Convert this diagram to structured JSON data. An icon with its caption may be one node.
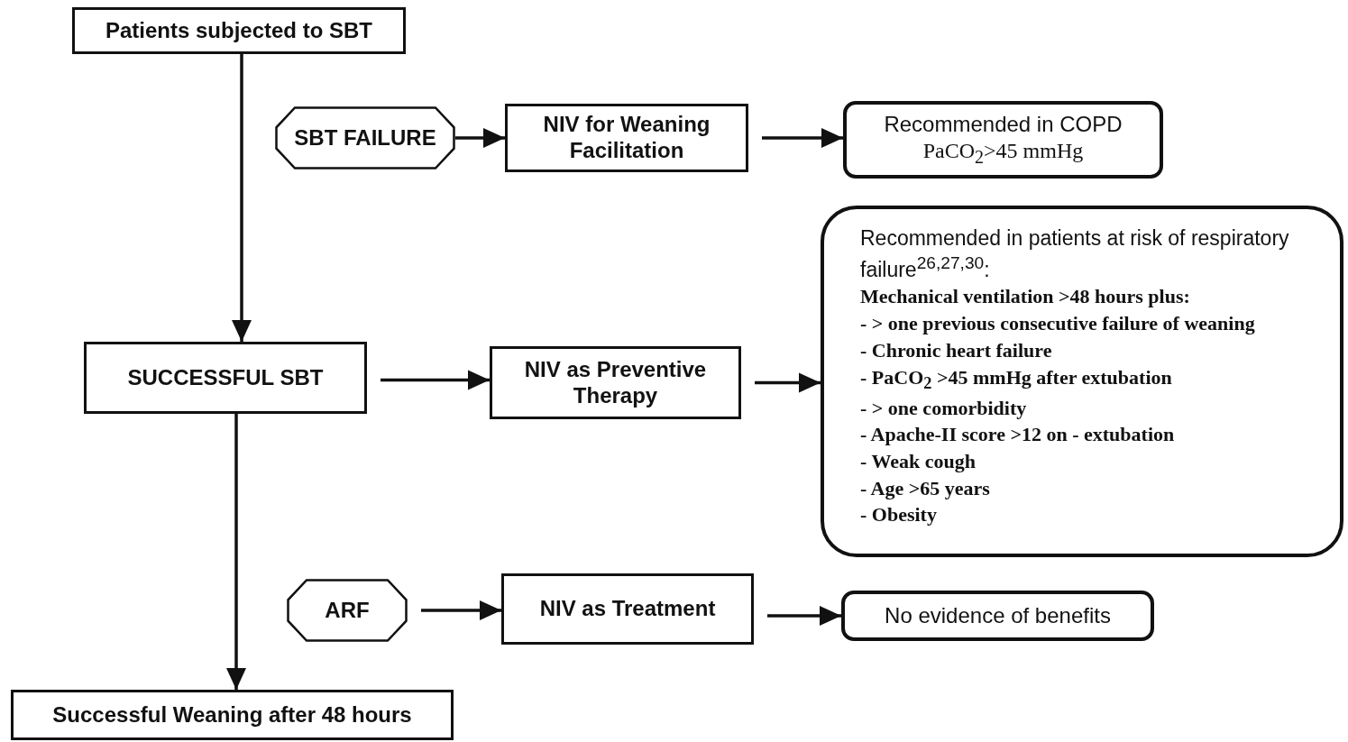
{
  "diagram": {
    "nodes": [
      {
        "text": [
          "Patients subjected to SBT"
        ]
      },
      {
        "text": [
          "SBT FAILURE"
        ]
      },
      {
        "text": [
          "NIV for Weaning Facilitation"
        ]
      },
      {
        "text": [
          "Recommended in COPD",
          "PaCO$_{2}$>45 mmHg"
        ]
      },
      {
        "text": [
          "SUCCESSFUL SBT"
        ]
      },
      {
        "text": [
          "NIV as Preventive Therapy"
        ]
      },
      {
        "text": [
          "Recommended in patients at risk of respiratory failure$^{26,27,30}$:",
          "Mechanical ventilation >48 hours plus:",
          "- > one previous consecutive failure of weaning",
          "- Chronic heart failure",
          "- PaCO$_{2}$ >45 mmHg after extubation",
          "- > one comorbidity",
          "- Apache-II score >12 on - extubation",
          "- Weak cough",
          "- Age >65 years",
          "- Obesity"
        ]
      },
      {
        "text": [
          "ARF"
        ]
      },
      {
        "text": [
          "NIV as Treatment"
        ]
      },
      {
        "text": [
          "No evidence of benefits"
        ]
      },
      {
        "text": [
          "Successful Weaning after 48 hours"
        ]
      }
    ],
    "edges": [
      {
        "from": 0,
        "to": 4,
        "arrow": "to"
      },
      {
        "from": 1,
        "to": 2,
        "arrow": "to"
      },
      {
        "from": 2,
        "to": 3,
        "arrow": "to"
      },
      {
        "from": 4,
        "to": 5,
        "arrow": "to"
      },
      {
        "from": 5,
        "to": 6,
        "arrow": "to"
      },
      {
        "from": 4,
        "to": 10,
        "arrow": "to"
      },
      {
        "from": 7,
        "to": 8,
        "arrow": "to"
      },
      {
        "from": 8,
        "to": 9,
        "arrow": "to"
      }
    ]
  }
}
